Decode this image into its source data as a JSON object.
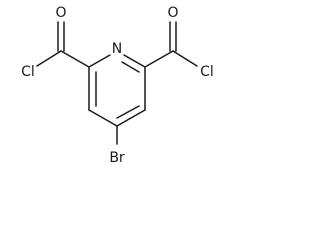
{
  "molecule": {
    "atoms": {
      "oxygen_left": "O",
      "oxygen_right": "O",
      "chlorine_left": "Cl",
      "chlorine_right": "Cl",
      "nitrogen": "N",
      "bromine": "Br"
    }
  }
}
